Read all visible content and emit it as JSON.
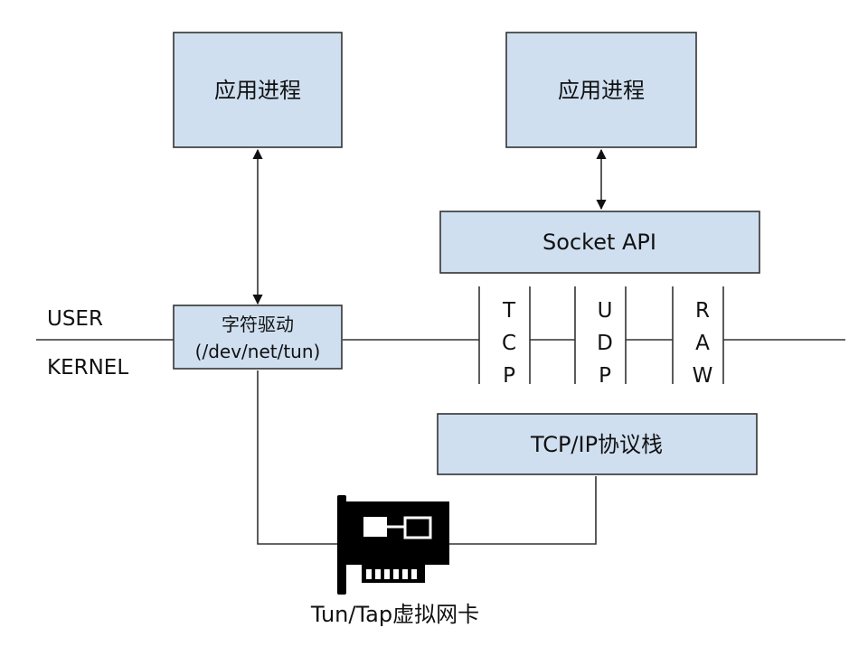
{
  "nodes": {
    "app_left": "应用进程",
    "app_right": "应用进程",
    "socket_api": "Socket API",
    "char_driver_line1": "字符驱动",
    "char_driver_line2": "(/dev/net/tun)",
    "tcpip_stack": "TCP/IP协议栈"
  },
  "boundary": {
    "user": "USER",
    "kernel": "KERNEL"
  },
  "protocols": [
    {
      "letters": [
        "T",
        "C",
        "P"
      ]
    },
    {
      "letters": [
        "U",
        "D",
        "P"
      ]
    },
    {
      "letters": [
        "R",
        "A",
        "W"
      ]
    }
  ],
  "nic": {
    "caption": "Tun/Tap虚拟网卡"
  }
}
